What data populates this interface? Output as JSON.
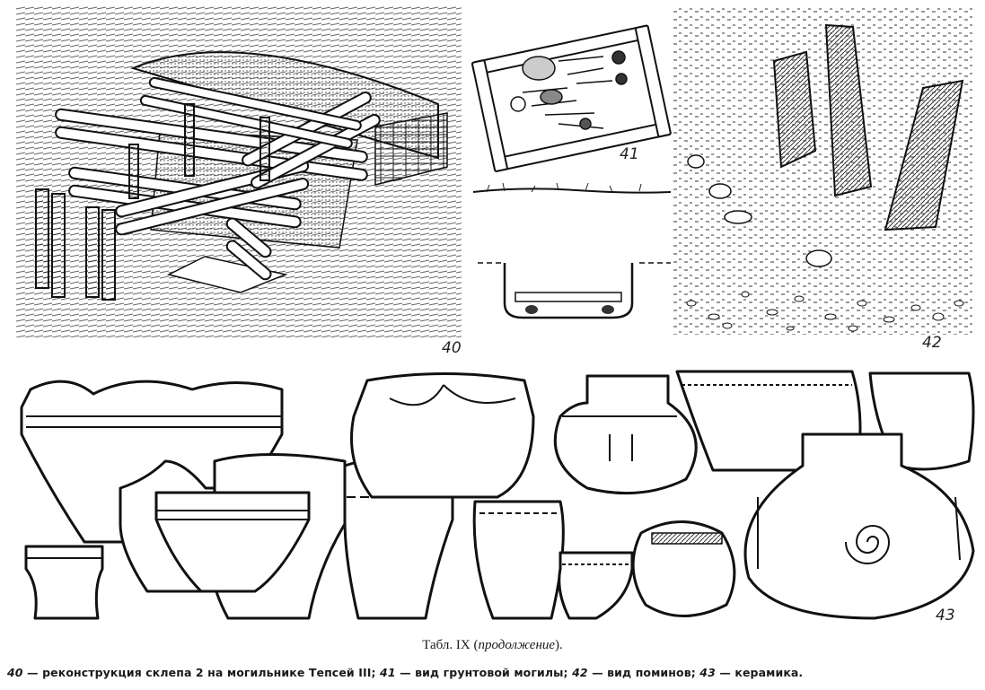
{
  "figure_numbers": {
    "n40": "40",
    "n41": "41",
    "n42": "42",
    "n43": "43"
  },
  "table_title": {
    "main": "Табл. IX",
    "paren_open": " (",
    "italic": "продолжение",
    "paren_close": ")."
  },
  "caption": {
    "items": [
      {
        "num": "40",
        "text": " — реконструкция склепа 2 на могильнике Тепсей III; "
      },
      {
        "num": "41",
        "text": " — вид грунтовой могилы; "
      },
      {
        "num": "42",
        "text": " — вид поминов; "
      },
      {
        "num": "43",
        "text": " — керамика."
      }
    ]
  }
}
